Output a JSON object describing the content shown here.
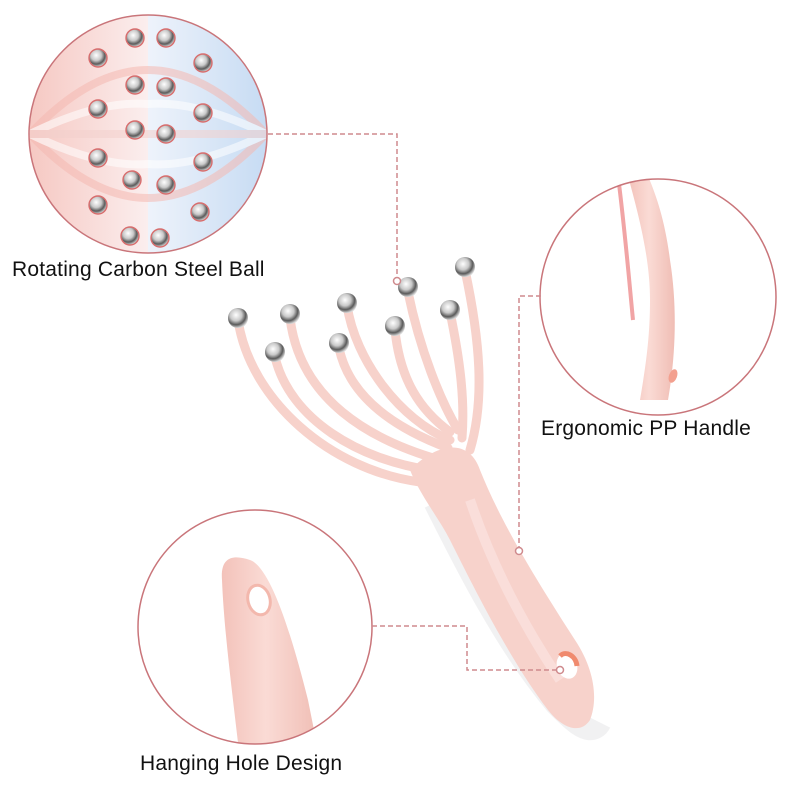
{
  "features": [
    {
      "id": "balls",
      "label": "Rotating Carbon Steel Ball"
    },
    {
      "id": "handle",
      "label": "Ergonomic PP Handle"
    },
    {
      "id": "hole",
      "label": "Hanging Hole Design"
    }
  ],
  "colors": {
    "product_pink": "#f7d2cb",
    "product_shadow": "#eab9b0",
    "circle_border": "#c9757a",
    "connector": "#cf8a8d",
    "hole_accent": "#f08a6e",
    "text": "#111111"
  }
}
